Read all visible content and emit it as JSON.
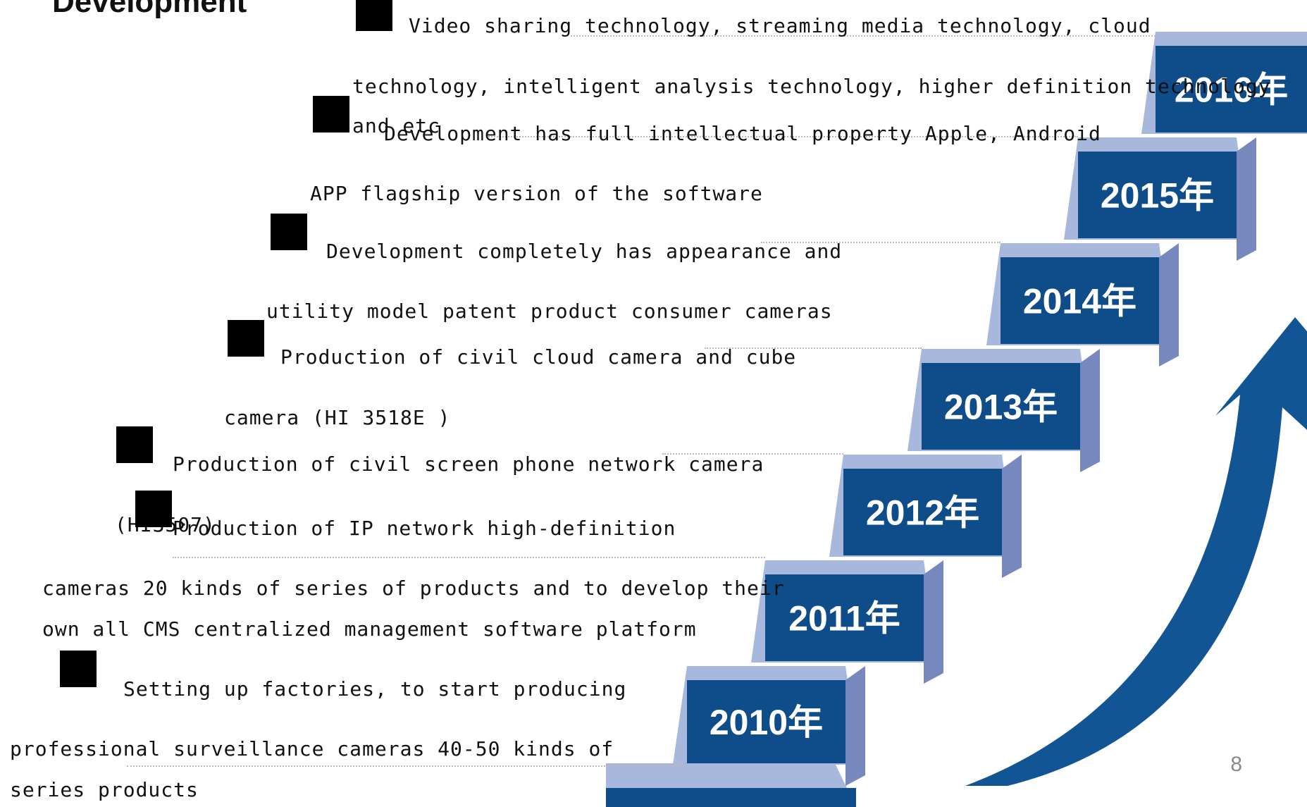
{
  "heading": "Development",
  "page_number": "8",
  "timeline": [
    {
      "year": "2016年",
      "lines": [
        "Video sharing  technology, streaming media technology, cloud",
        "technology, intelligent analysis technology, higher definition technology",
        "and etc"
      ]
    },
    {
      "year": "2015年",
      "lines": [
        "Development has full intellectual property Apple, Android",
        "APP flagship version of the software"
      ]
    },
    {
      "year": "2014年",
      "lines": [
        "Development completely has appearance and",
        "utility model patent product consumer cameras"
      ]
    },
    {
      "year": "2013年",
      "lines": [
        "Production of civil cloud camera and cube",
        "camera (HI 3518E )"
      ]
    },
    {
      "year": "2012年",
      "lines": [
        "Production of civil screen phone network camera",
        "(HI3507)"
      ]
    },
    {
      "year": "2011年",
      "lines": [
        "Production  of  IP network high-definition",
        "cameras 20 kinds of series of products and to develop their",
        "own all CMS centralized management software platform"
      ]
    },
    {
      "year": "2010年",
      "lines": [
        "Setting  up factories, to start producing",
        "professional surveillance cameras 40-50 kinds of",
        "series products"
      ]
    }
  ],
  "colors": {
    "step_front": "#0f4c8a",
    "step_top": "#a8b8dc",
    "step_side": "#7688bd",
    "arrow": "#115594",
    "marker": "#000000"
  }
}
